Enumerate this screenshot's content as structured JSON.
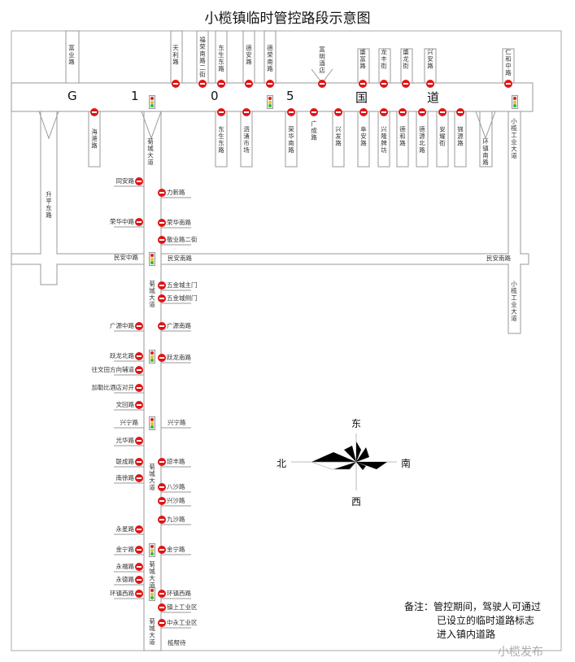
{
  "title": "小榄镇临时管控路段示意图",
  "highway_letters": [
    "G",
    "1",
    "0",
    "5",
    "国",
    "道"
  ],
  "north_roads": [
    "富业路",
    "天利路",
    "福荣南路二街",
    "东生东路",
    "德安路",
    "德荣南路",
    "富明酒店",
    "盛富路",
    "龙丰街",
    "盛龙街",
    "兴安路",
    "仁和中路"
  ],
  "south_roads": [
    "海港路",
    "菊城大道",
    "东生东路",
    "泗涌市场",
    "荣华南路",
    "广成路",
    "兴发路",
    "阜安路",
    "兴隆牌坊",
    "德和路",
    "德源北路",
    "安耀街",
    "锦源路",
    "环镇南路",
    "小榄工业大道",
    "升平东路"
  ],
  "left_roads": [
    "同安路",
    "荣华中路",
    "民安中路",
    "广源中路",
    "跃龙北路",
    "往文田方向辅道",
    "加勒比酒店对开",
    "文回路",
    "兴宁路",
    "光华路",
    "联成路",
    "南徐路",
    "永星路",
    "金宁路",
    "永福路",
    "永德路",
    "环镇西路"
  ],
  "right_roads": [
    "力新路",
    "荣华南路",
    "敬业路二街",
    "民安南路",
    "五金城主门",
    "五金城侧门",
    "广源南路",
    "跃龙南路",
    "兴宁路",
    "琼丰路",
    "八沙路",
    "兴沙路",
    "九沙路",
    "金宁路",
    "环镇西路",
    "镇上工业区",
    "中永工业区",
    "榄帮待"
  ],
  "main_avenue_label": "菊城大道",
  "far_right": {
    "east_road": "民安南路",
    "industrial_ave": "小榄工业大道"
  },
  "compass": {
    "east": "东",
    "west": "西",
    "south": "南",
    "north": "北"
  },
  "note": {
    "line1": "备注：管控期间，驾驶人可通过",
    "line2": "已设立的临时道路标志",
    "line3": "进入镇内道路"
  },
  "watermark": "小榄发布",
  "colors": {
    "stop_sign": "#e01515",
    "road_edge": "#9a9a9a"
  }
}
